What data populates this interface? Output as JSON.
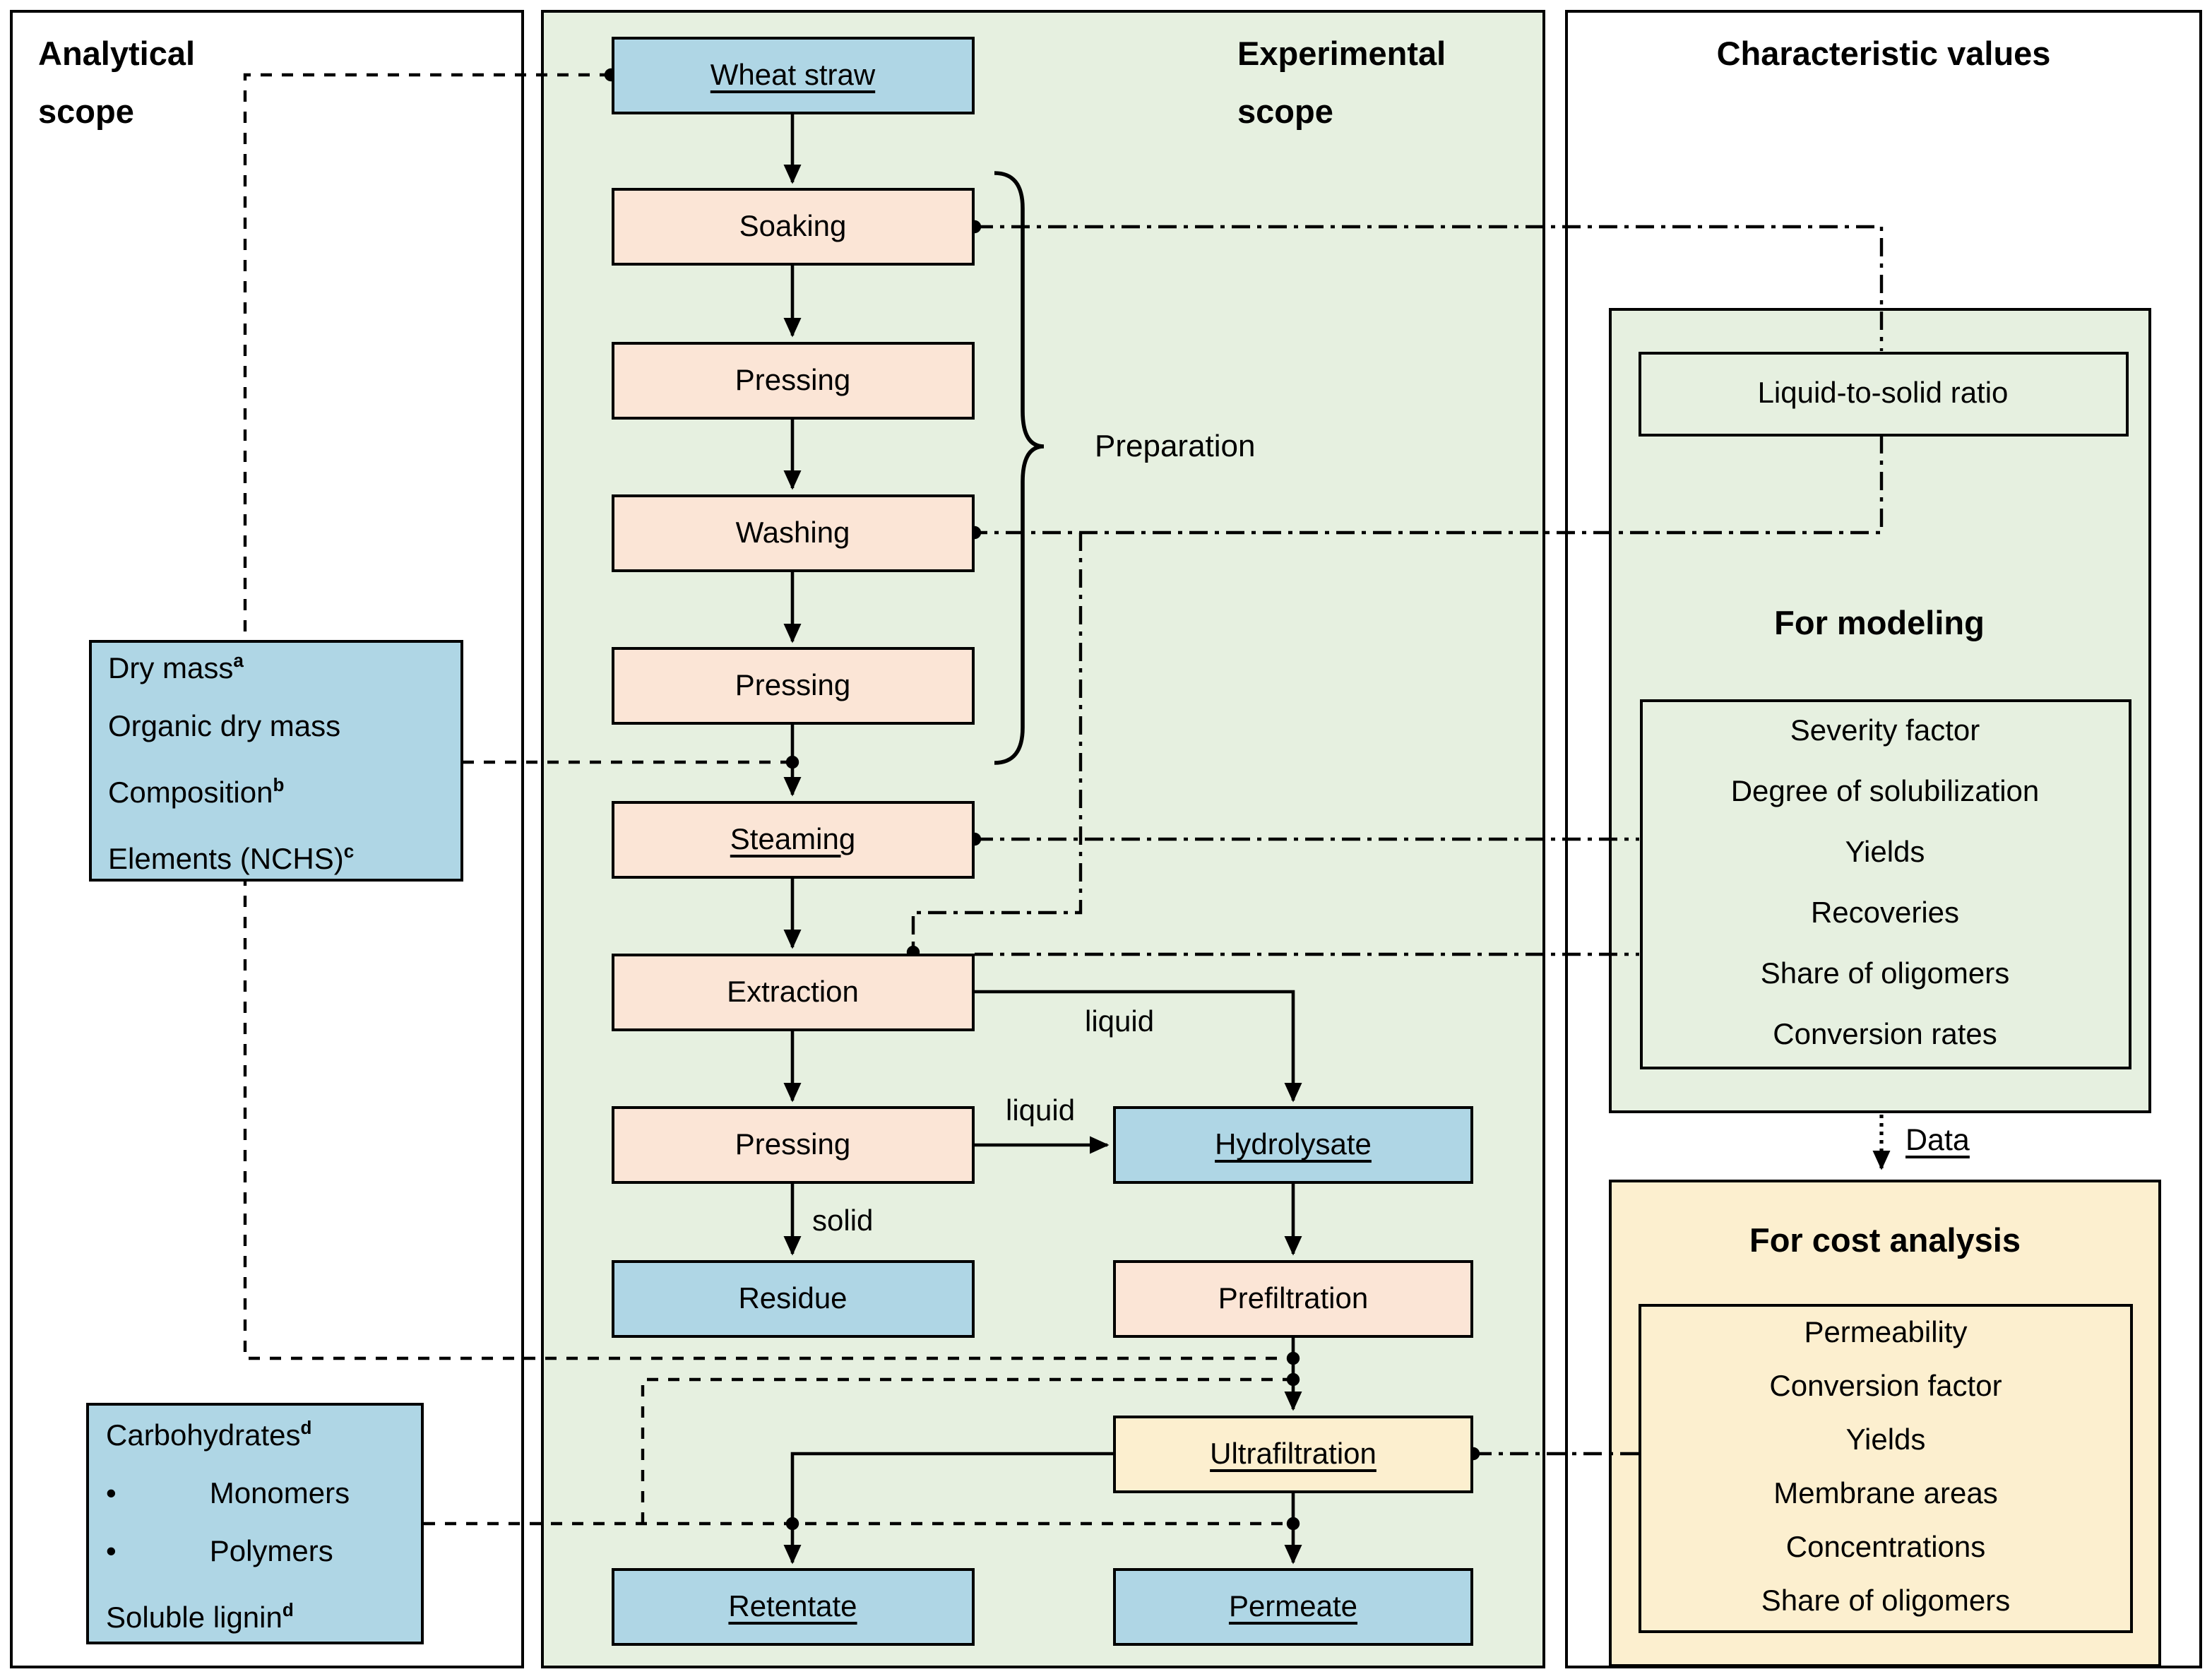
{
  "panels": {
    "analytical": {
      "title_line1": "Analytical",
      "title_line2": "scope"
    },
    "experimental": {
      "title_line1": "Experimental",
      "title_line2": "scope"
    },
    "characteristic": {
      "title": "Characteristic values"
    }
  },
  "process": {
    "wheat_straw": "Wheat straw",
    "soaking": "Soaking",
    "pressing1": "Pressing",
    "washing": "Washing",
    "pressing2": "Pressing",
    "steaming": "Steaming",
    "extraction": "Extraction",
    "pressing3": "Pressing",
    "residue": "Residue",
    "hydrolysate": "Hydrolysate",
    "prefiltration": "Prefiltration",
    "ultrafiltration": "Ultrafiltration",
    "retentate": "Retentate",
    "permeate": "Permeate"
  },
  "flow_labels": {
    "preparation": "Preparation",
    "liquid_extraction": "liquid",
    "liquid_pressing": "liquid",
    "solid": "solid",
    "data": "Data"
  },
  "analytical_boxes": {
    "properties": {
      "line1": "Dry mass",
      "sup1": "a",
      "line2": "Organic dry mass",
      "line3": "Composition",
      "sup3": "b",
      "line4": "Elements (NCHS)",
      "sup4": "c"
    },
    "carbohydrates": {
      "bullet": "•",
      "line1": "Carbohydrates",
      "sup1": "d",
      "bullet1": "Monomers",
      "bullet2": "Polymers",
      "line4": "Soluble lignin",
      "sup4": "d"
    }
  },
  "characteristic": {
    "ratio_box": "Liquid-to-solid ratio",
    "modeling": {
      "title": "For modeling",
      "items": [
        "Severity factor",
        "Degree of solubilization",
        "Yields",
        "Recoveries",
        "Share of oligomers",
        "Conversion rates"
      ]
    },
    "cost": {
      "title": "For cost analysis",
      "items": [
        "Permeability",
        "Conversion factor",
        "Yields",
        "Membrane areas",
        "Concentrations",
        "Share of oligomers"
      ]
    }
  },
  "colors": {
    "material_box_blue": "#AFD6E5",
    "process_box_peach": "#FBE5D6",
    "ultrafiltration_yellow": "#FCEFCF",
    "panel_green": "#E6F0E0",
    "cost_panel_yellow": "#FCEFCF",
    "line_black": "#000000"
  }
}
